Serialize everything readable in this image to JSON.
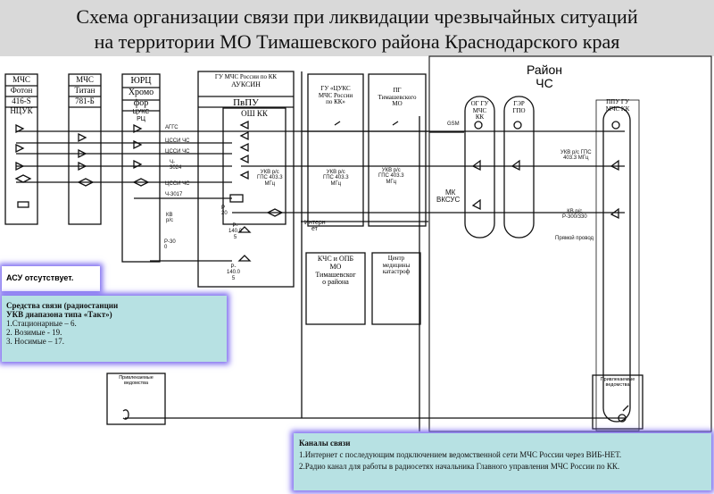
{
  "title": {
    "line1": "Схема организации связи при ликвидации чрезвычайных ситуаций",
    "line2": "на территории МО Тимашевского района Краснодарского края"
  },
  "stations": {
    "mchs_foton": [
      "МЧС",
      "Фотон",
      "416-S",
      "НЦУК"
    ],
    "mchs_titan": [
      "МЧС",
      "Титан",
      "781-Б"
    ],
    "yurc": [
      "ЮРЦ",
      "Хромо",
      "фор",
      "ЦУКС",
      "РЦ"
    ],
    "gu_mchs": [
      "ГУ МЧС России по КК",
      "АУКСИН"
    ],
    "pvpu": "ПвПУ",
    "osh_kk": "ОШ КК",
    "gu_tsuks": [
      "ГУ «ЦУКС",
      "МЧС России",
      "по КК»"
    ],
    "pg_timash": [
      "ПГ",
      "Тимашевского",
      "МО"
    ],
    "kchs": [
      "КЧС и ОПБ",
      "МО",
      "Тимашевског",
      "о района"
    ],
    "center_med": [
      "Центр",
      "медицины",
      "катастроф"
    ],
    "district": [
      "Район",
      "ЧС"
    ],
    "og_gu": [
      "ОГ ГУ",
      "МЧС",
      "КК"
    ],
    "ger_gpo": [
      "ГЭР",
      "ГПО"
    ],
    "ppu_gu": [
      "ППУ ГУ",
      "МЧС КК"
    ],
    "dept1": [
      "Привлекаемые",
      "ведомства"
    ],
    "dept2": [
      "Привлекаемые",
      "ведомства"
    ]
  },
  "links": {
    "aggs": "АГГС",
    "tsus_mchs1": "ЦССИ ЧС",
    "tsus_mchs2": "ЦССИ ЧС",
    "ch3024": [
      "Ч-",
      "3024"
    ],
    "tsus_mchs3": "ЦССИ ЧС",
    "ch3017": "Ч-3017",
    "kv_rs": [
      "КВ",
      "р/с"
    ],
    "r300": [
      "Р-30",
      "0"
    ],
    "ukv_osh": [
      "УКВ р/с",
      "ГПС 403.3",
      "МГц"
    ],
    "ukv_tsuks": [
      "УКВ р/с",
      "ГПС 403.3",
      "МГц"
    ],
    "ukv_pg": [
      "УКВ р/с",
      "ГПС 403.3",
      "МГц"
    ],
    "r20": [
      "Р",
      "20"
    ],
    "r140a": [
      "Р-",
      "140.0",
      "5"
    ],
    "r140b": [
      "Р-",
      "140.0",
      "5"
    ],
    "internet": [
      "Интерн",
      "ет"
    ],
    "gsm": "GSM",
    "mk_vksus": [
      "МК",
      "ВКСУС"
    ],
    "ukv_ppu": [
      "УКВ р/с ГПС",
      "403.3 МГц"
    ],
    "kv_ppu": [
      "КВ р/с",
      "Р-300/330"
    ],
    "direct": "Прямой провод"
  },
  "notes": {
    "asu": "АСУ отсутствует.",
    "radio_title": [
      "Средства связи (радиостанции",
      "УКВ диапазона типа «Такт»)"
    ],
    "radio_items": [
      "1.Стационарные – 6.",
      "2. Возимые -  19.",
      "3. Носимые – 17."
    ],
    "channels_title": "Каналы связи",
    "channels_items": [
      "1.Интернет с последующим подключением ведомственной сети МЧС России через ВИБ-НЕТ.",
      "2.Радио канал для работы в радиосетях начальника Главного управления МЧС России по КК."
    ]
  }
}
